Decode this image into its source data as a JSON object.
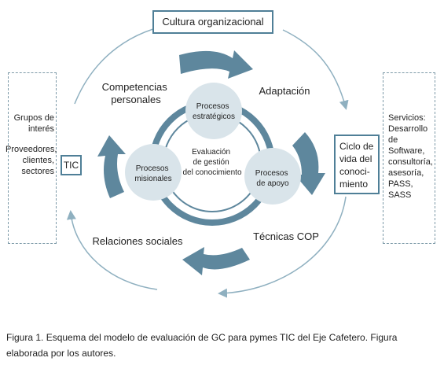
{
  "top_box": "Cultura organizacional",
  "left_panel": {
    "groups": [
      "Grupos de",
      "interés"
    ],
    "providers": [
      "Proveedores,",
      "clientes,",
      "sectores"
    ]
  },
  "tic_box": "TIC",
  "right_panel": {
    "lines": [
      "Servicios:",
      "Desarrollo",
      "de",
      "Software,",
      "consultoría,",
      "asesoría,",
      "PASS, SASS"
    ]
  },
  "cycle_box": [
    "Ciclo de",
    "vida del",
    "conoci-",
    "miento"
  ],
  "labels": {
    "competencias": [
      "Competencias",
      "personales"
    ],
    "adaptacion": "Adaptación",
    "relaciones": "Relaciones sociales",
    "tecnicas": "Técnicas COP"
  },
  "circles": {
    "estrategicos": [
      "Procesos",
      "estratégicos"
    ],
    "misionales": [
      "Procesos",
      "misionales"
    ],
    "apoyo": [
      "Procesos",
      "de apoyo"
    ]
  },
  "center": [
    "Evaluación",
    "de gestión",
    "del conocimiento"
  ],
  "caption": "Figura 1. Esquema del modelo de evaluación de GC para pymes TIC del Eje Cafetero. Figura elaborada por los autores.",
  "colors": {
    "arrow_fill": "#5e879d",
    "circle_fill": "#d9e4ea",
    "outline": "#4f7f97",
    "thin_line": "#8fb0c0"
  }
}
